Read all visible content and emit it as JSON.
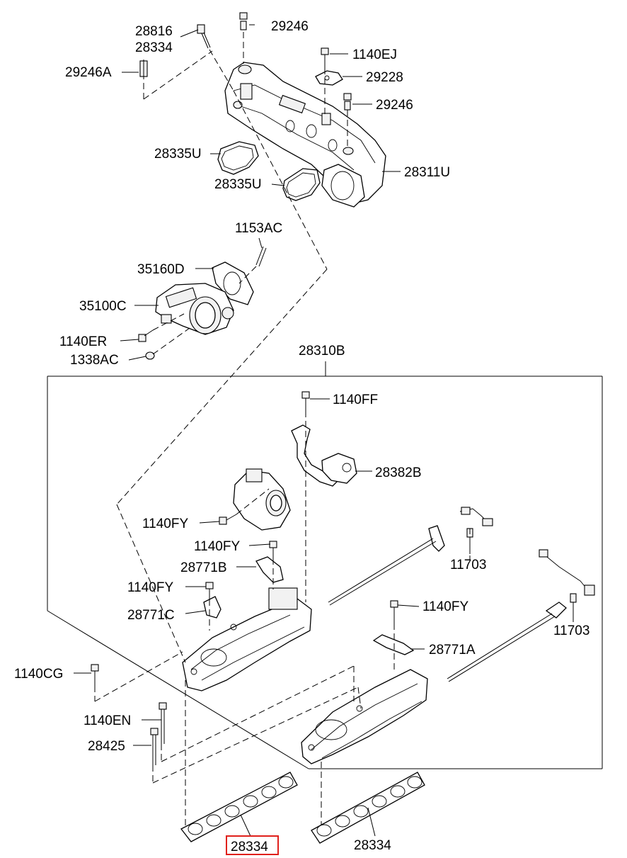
{
  "labels": {
    "l28816": "28816",
    "l28334_top": "28334",
    "l29246_a": "29246",
    "l1140EJ": "1140EJ",
    "l29246A": "29246A",
    "l29228": "29228",
    "l29246_b": "29246",
    "l28335U_a": "28335U",
    "l28311U": "28311U",
    "l28335U_b": "28335U",
    "l1153AC": "1153AC",
    "l35160D": "35160D",
    "l35100C": "35100C",
    "l1140ER": "1140ER",
    "l1338AC": "1338AC",
    "l28310B": "28310B",
    "l1140FF": "1140FF",
    "l28382B": "28382B",
    "l1140FY_a": "1140FY",
    "l1140FY_b": "1140FY",
    "l11703_a": "11703",
    "l28771B": "28771B",
    "l1140FY_c": "1140FY",
    "l1140FY_d": "1140FY",
    "l28771C": "28771C",
    "l11703_b": "11703",
    "l28771A": "28771A",
    "l1140CG": "1140CG",
    "l1140EN": "1140EN",
    "l28425": "28425",
    "l28334_hl": "28334",
    "l28334_right": "28334"
  },
  "colors": {
    "line": "#000000",
    "highlight_box": "#e0201b",
    "background": "#ffffff"
  }
}
